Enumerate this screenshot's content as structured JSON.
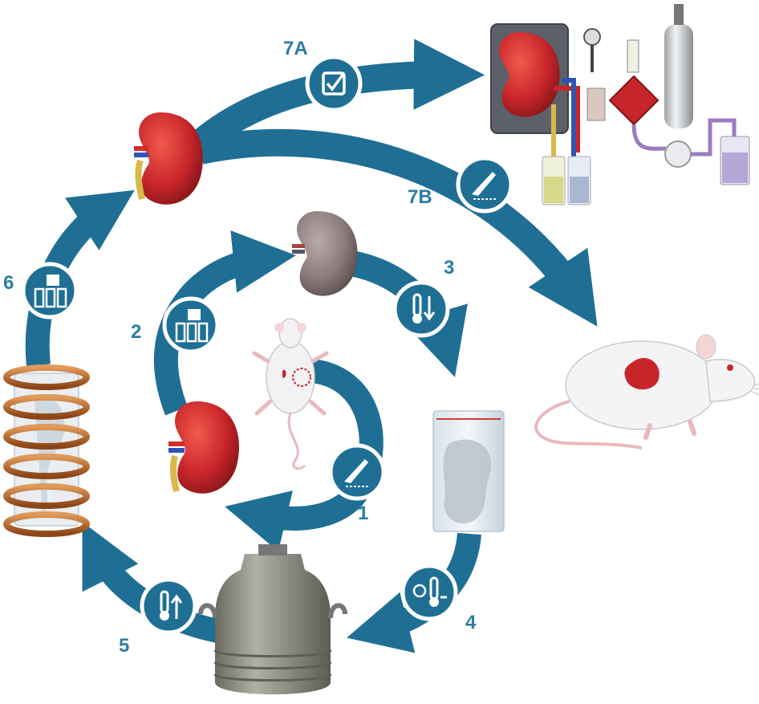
{
  "colors": {
    "arrow": "#1f6f95",
    "label": "#2b7da2",
    "kidney_fresh": "#c8252a",
    "kidney_cold": "#8b7a7a",
    "rat": "#f4f4f6",
    "copper": "#b8642a",
    "dewar": "#8d8d82"
  },
  "steps": [
    {
      "label": "1",
      "icon": "scalpel-icon"
    },
    {
      "label": "2",
      "icon": "perfusion-machine-icon"
    },
    {
      "label": "3",
      "icon": "thermometer-down-icon"
    },
    {
      "label": "4",
      "icon": "thermometer-gauge-icon"
    },
    {
      "label": "5",
      "icon": "thermometer-up-icon"
    },
    {
      "label": "6",
      "icon": "perfusion-machine-icon"
    },
    {
      "label": "7A",
      "icon": "checkbox-icon"
    },
    {
      "label": "7B",
      "icon": "scalpel-icon"
    }
  ]
}
